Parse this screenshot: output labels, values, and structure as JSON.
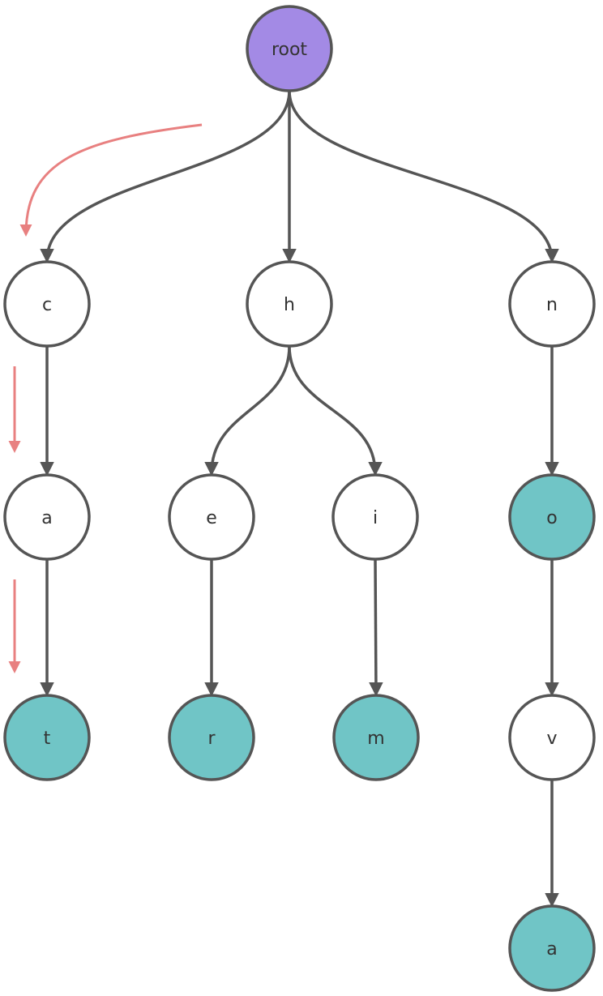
{
  "diagram": {
    "type": "trie",
    "colors": {
      "stroke": "#555555",
      "root_fill": "#a38ae5",
      "word_end_fill": "#70c5c6",
      "inner_fill": "#ffffff",
      "trace_arrow": "#e88080",
      "text": "#333333"
    },
    "nodes": [
      {
        "id": "root",
        "label": "root",
        "kind": "root"
      },
      {
        "id": "c",
        "label": "c",
        "kind": "inner"
      },
      {
        "id": "h",
        "label": "h",
        "kind": "inner"
      },
      {
        "id": "n",
        "label": "n",
        "kind": "inner"
      },
      {
        "id": "a1",
        "label": "a",
        "kind": "inner"
      },
      {
        "id": "e",
        "label": "e",
        "kind": "inner"
      },
      {
        "id": "i",
        "label": "i",
        "kind": "inner"
      },
      {
        "id": "o",
        "label": "o",
        "kind": "end"
      },
      {
        "id": "t",
        "label": "t",
        "kind": "end"
      },
      {
        "id": "r",
        "label": "r",
        "kind": "end"
      },
      {
        "id": "m",
        "label": "m",
        "kind": "end"
      },
      {
        "id": "v",
        "label": "v",
        "kind": "inner"
      },
      {
        "id": "a2",
        "label": "a",
        "kind": "end"
      }
    ],
    "edges": [
      {
        "from": "root",
        "to": "c"
      },
      {
        "from": "root",
        "to": "h"
      },
      {
        "from": "root",
        "to": "n"
      },
      {
        "from": "c",
        "to": "a1"
      },
      {
        "from": "h",
        "to": "e"
      },
      {
        "from": "h",
        "to": "i"
      },
      {
        "from": "n",
        "to": "o"
      },
      {
        "from": "a1",
        "to": "t"
      },
      {
        "from": "e",
        "to": "r"
      },
      {
        "from": "i",
        "to": "m"
      },
      {
        "from": "o",
        "to": "v"
      },
      {
        "from": "v",
        "to": "a2"
      }
    ],
    "trace_path": [
      "root",
      "c",
      "a1",
      "t"
    ]
  }
}
